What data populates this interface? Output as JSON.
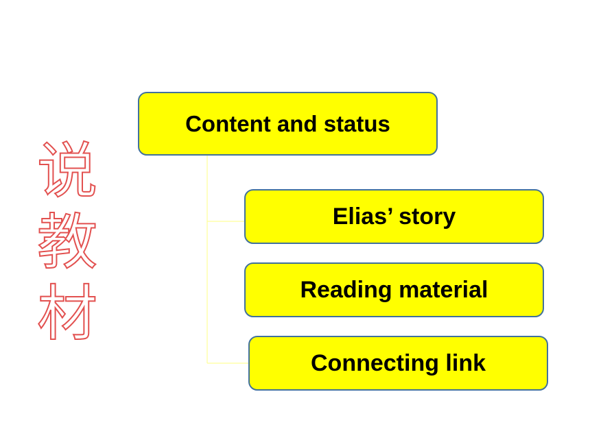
{
  "side_title": [
    "说",
    "教",
    "材"
  ],
  "root": {
    "label": "Content and status"
  },
  "children": [
    {
      "label": "Elias’ story"
    },
    {
      "label": "Reading material"
    },
    {
      "label": "Connecting link"
    }
  ],
  "colors": {
    "box_fill": "#ffff00",
    "box_border": "#41719c",
    "connector": "#ffff99",
    "title_outline": "#e2504f"
  }
}
